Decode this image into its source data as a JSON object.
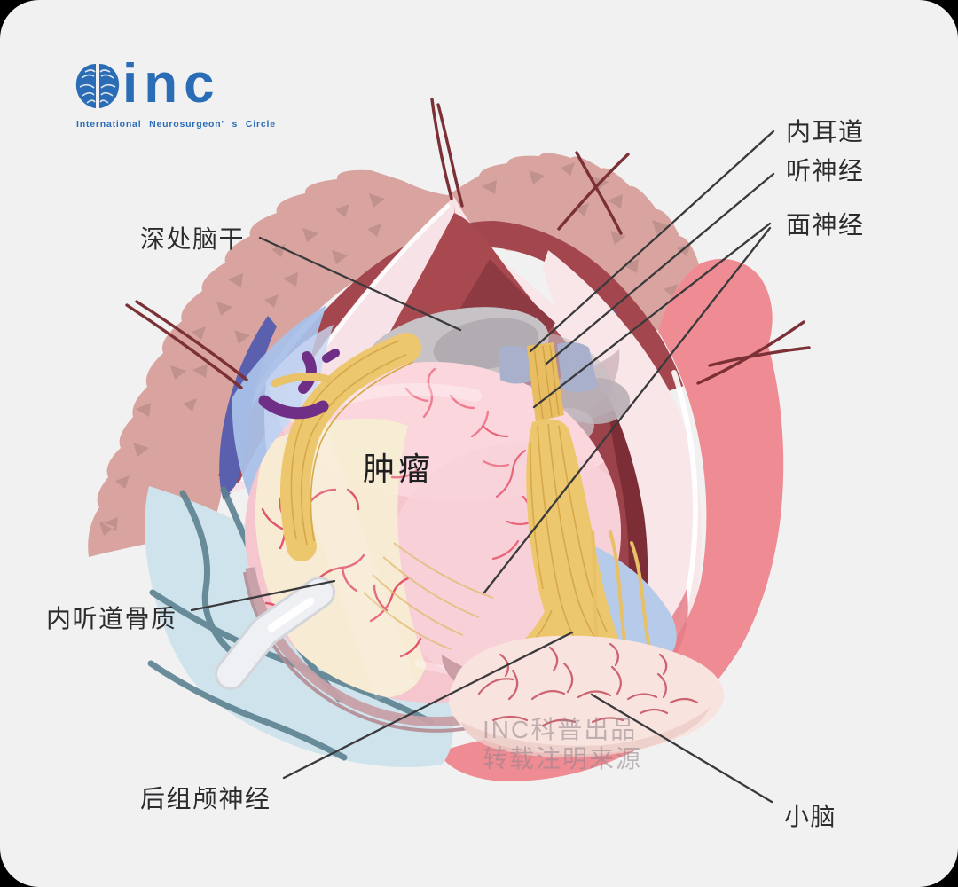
{
  "page": {
    "background": "#000000",
    "card_background": "#f1f1f2"
  },
  "logo": {
    "text": "inc",
    "subtitle": "International Neurosurgeon' s Circle",
    "color": "#2a6db6",
    "icon": "brain-icon"
  },
  "figure": {
    "type": "medical-illustration",
    "subject": "听神经瘤显微手术暴露示意图 (acoustic neuroma surgical exposure)",
    "center_label": "肿瘤",
    "labels": [
      {
        "id": "deep-brainstem",
        "text": "深处脑干"
      },
      {
        "id": "internal-auditory-canal",
        "text": "内耳道"
      },
      {
        "id": "auditory-nerve",
        "text": "听神经"
      },
      {
        "id": "facial-nerve",
        "text": "面神经"
      },
      {
        "id": "iac-bone",
        "text": "内听道骨质"
      },
      {
        "id": "lower-cranial-nerves",
        "text": "后组颅神经"
      },
      {
        "id": "cerebellum",
        "text": "小脑"
      }
    ],
    "watermark": {
      "line1": "INC科普出品",
      "line2": "转载注明来源"
    },
    "colors": {
      "skull_bone": "#d9a49f",
      "bone_texture": "#b98c88",
      "dura_flap": "#f8e6e9",
      "dura_deep_red": "#a4464d",
      "deep_maroon": "#7c2d35",
      "indigo_vein": "#5a60ad",
      "tumor_pink": "#f6c6cf",
      "tumor_cream": "#f7ecd3",
      "vessel_red": "#e2556b",
      "nerve_yellow": "#edc76d",
      "canal_slate": "#a9b0cc",
      "purple_instrument": "#6f2f86",
      "csf_blue": "#b6cbe9",
      "bone_window_blue": "#cfe3ec",
      "wave_line": "#5d8291",
      "cerebellum_cream": "#f8e3de",
      "folia_red": "#cd6370",
      "muscle_salmon": "#ef8b93",
      "suture_thread": "#7b3036",
      "leader_line": "#3a3a3c"
    }
  }
}
